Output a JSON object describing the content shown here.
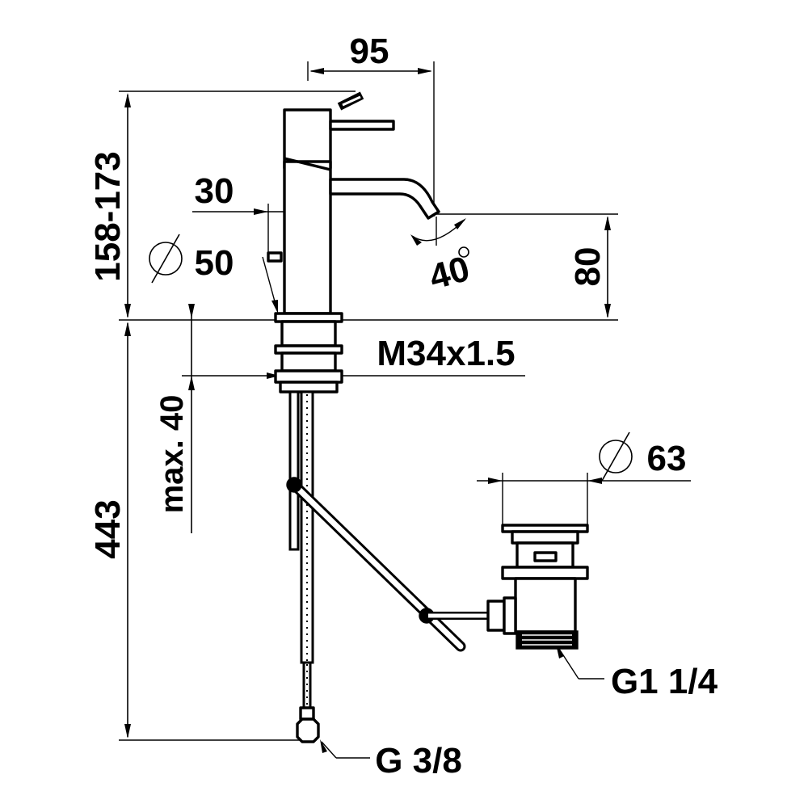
{
  "drawing": {
    "type": "technical-dimension-drawing",
    "colors": {
      "line": "#000000",
      "background": "#ffffff"
    }
  },
  "dimensions": {
    "spout_reach": "95",
    "total_height": "158-173",
    "body_offset": "30",
    "body_diameter": "50",
    "spout_height": "80",
    "swivel_angle": "40",
    "thread": "M34x1.5",
    "max_thickness": "max. 40",
    "hose_length": "443",
    "waste_diameter": "63",
    "waste_thread": "G1 1/4",
    "hose_thread": "G 3/8"
  },
  "symbols": {
    "diameter": "diameter-icon",
    "degree": "degree-icon"
  }
}
